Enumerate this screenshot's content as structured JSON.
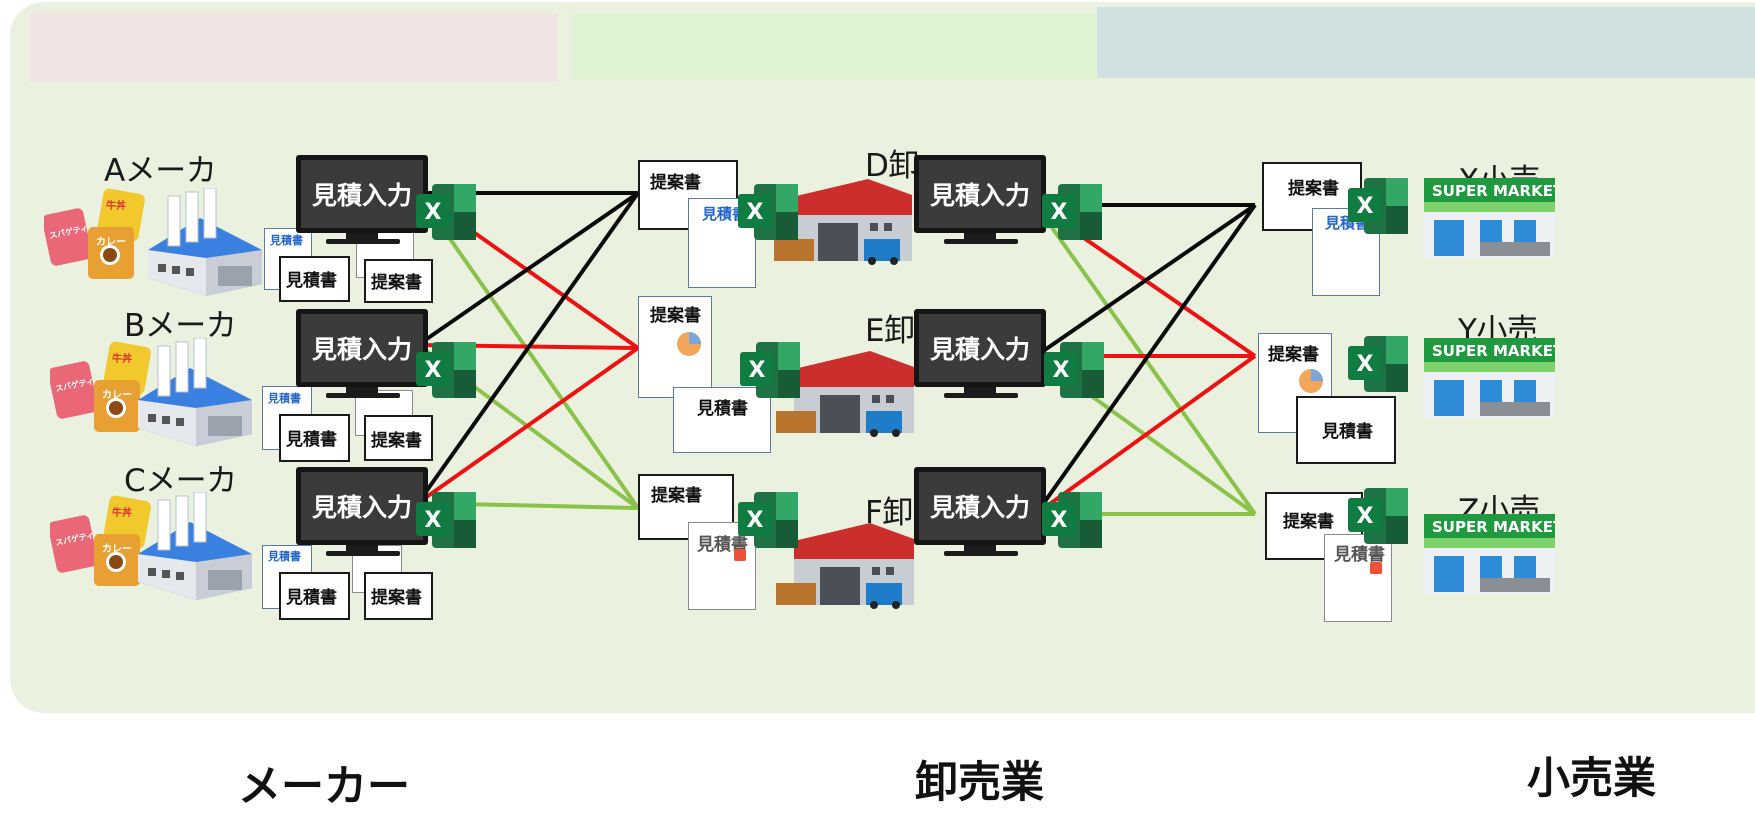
{
  "colors": {
    "panel_bg": "#ebf1df",
    "band_maker": "#f0e4e4",
    "band_wholesale": "#def3d3",
    "band_retail": "#cfe1e1",
    "line_black": "#0a0a0a",
    "line_red": "#ee1111",
    "line_green": "#8ac24a",
    "excel_green": "#1f7244"
  },
  "manufacturers": [
    {
      "name": "Aメーカ",
      "food_labels": [
        "牛丼",
        "スパゲティ",
        "カレー"
      ]
    },
    {
      "name": "Bメーカ",
      "food_labels": [
        "牛丼",
        "スパゲティ",
        "カレー"
      ]
    },
    {
      "name": "Cメーカ",
      "food_labels": [
        "牛丼",
        "スパゲティ",
        "カレー"
      ]
    }
  ],
  "wholesalers": [
    {
      "name": "D卸"
    },
    {
      "name": "E卸"
    },
    {
      "name": "F卸"
    }
  ],
  "retailers": [
    {
      "name": "X小売",
      "store_sign": "SUPER MARKET"
    },
    {
      "name": "Y小売",
      "store_sign": "SUPER MARKET"
    },
    {
      "name": "Z小売",
      "store_sign": "SUPER MARKET"
    }
  ],
  "labels": {
    "entry_terminal": "見積入力",
    "estimate": "見積書",
    "proposal": "提案書",
    "estimate_small": "見積書",
    "excel_glyph": "X"
  },
  "columns": {
    "maker": "メーカー",
    "wholesale": "卸売業",
    "retail": "小売業"
  },
  "icons": {
    "excel": "excel-icon",
    "monitor": "monitor-icon",
    "factory": "factory-icon",
    "warehouse": "warehouse-icon",
    "supermarket": "supermarket-icon",
    "food": "food-package-icon"
  }
}
